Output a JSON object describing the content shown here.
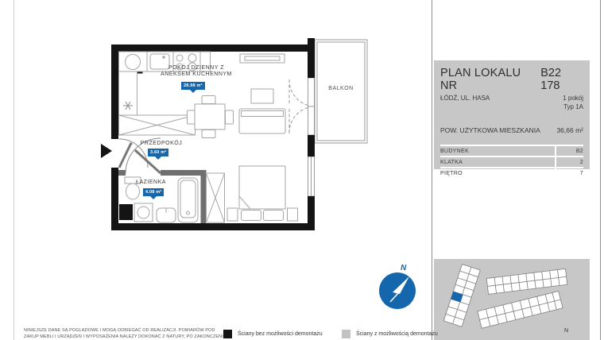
{
  "plan": {
    "rooms": [
      {
        "name": "POKÓJ DZIENNY Z ANEKSEM KUCHENNYM",
        "area": "28.98 m²"
      },
      {
        "name": "PRZEDPOKÓJ",
        "area": "3.60 m²"
      },
      {
        "name": "ŁAZIENKA",
        "area": "4.08 m²"
      },
      {
        "name": "BALKON",
        "area": ""
      }
    ],
    "compass_north": "N"
  },
  "panel": {
    "title": "PLAN LOKALU NR",
    "unit_number": "B22 178",
    "address": "ŁÓDŹ, UL. HASA",
    "rooms_count": "1 pokój",
    "unit_type": "Typ 1A",
    "area_label": "POW. UŻYTKOWA MIESZKANIA",
    "area_value": "36,66 m²",
    "details": [
      {
        "label": "BUDYNEK",
        "value": "B2"
      },
      {
        "label": "KLATKA",
        "value": "2"
      },
      {
        "label": "PIĘTRO",
        "value": "7"
      }
    ],
    "siteplan_north": "N"
  },
  "footer": {
    "disclaimer_line1": "NINIEJSZE DANE SĄ POGLĄDOWE I MOGĄ ODBIEGAĆ OD REALIZACJI. POMIARÓW POD",
    "disclaimer_line2": "ZAKUP MEBLI I URZĄDZEŃ I WYPOSAŻENIA NALEŻY DOKONAĆ Z NATURY, PO ZAKOŃCZENIU",
    "legend": [
      {
        "swatch": "#141414",
        "label": "Ściany bez możliwości demontażu"
      },
      {
        "swatch": "#c2c2c2",
        "label": "Ściany z możliwością demontażu"
      }
    ]
  },
  "colors": {
    "accent_blue": "#1467ad",
    "panel_gray": "#c7c7c7",
    "wall_black": "#141414",
    "wall_gray": "#6f6f6f"
  }
}
